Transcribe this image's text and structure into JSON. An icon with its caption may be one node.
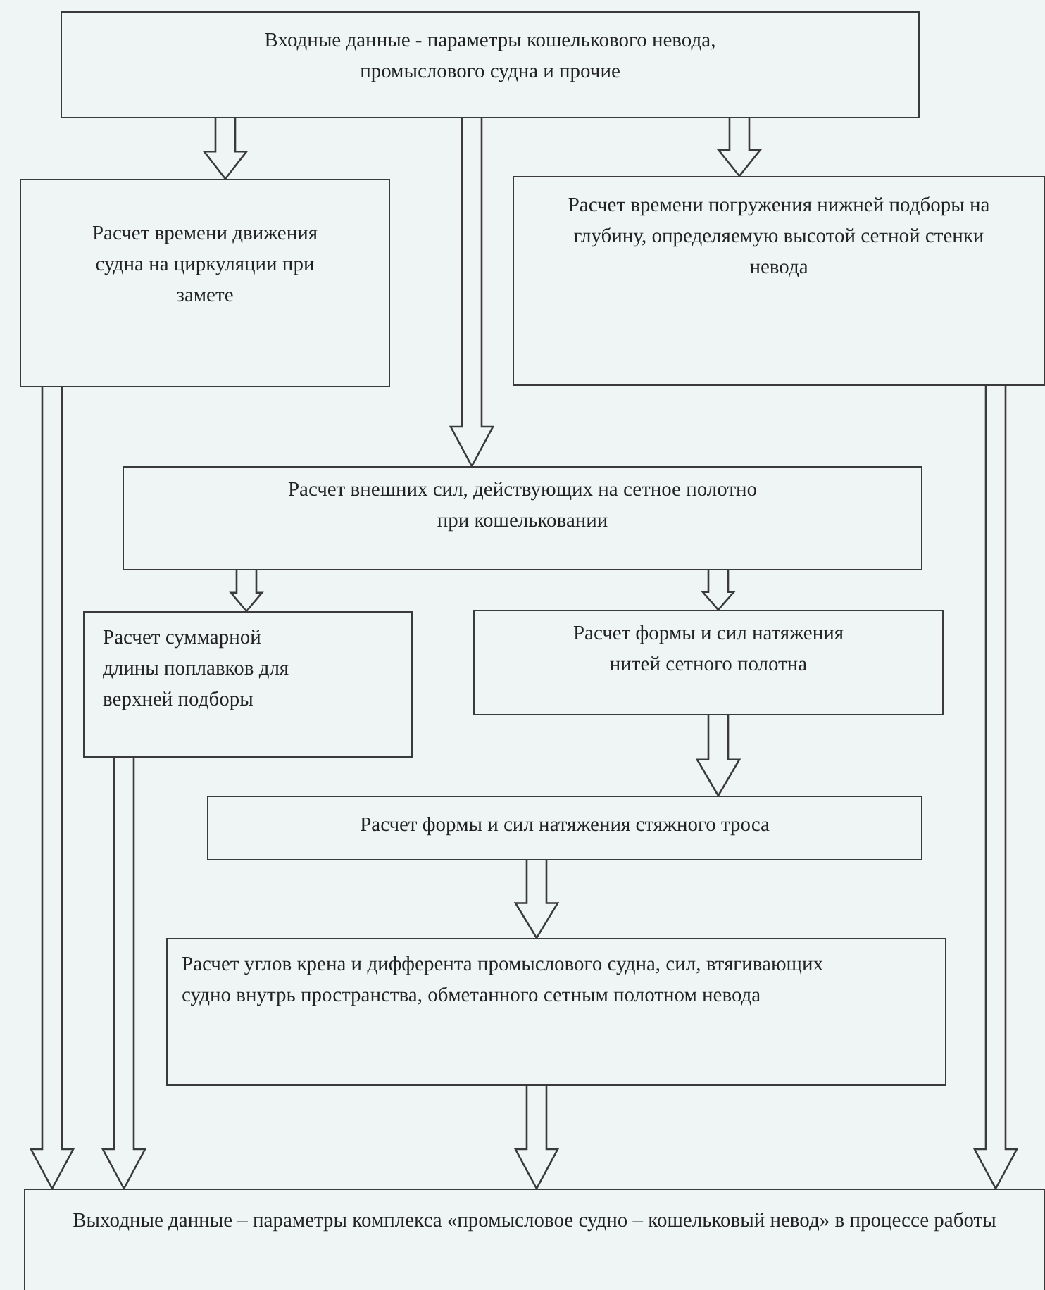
{
  "diagram": {
    "nodes": [
      {
        "text": [
          "Входные данные - параметры кошелькового невода, промыслового судна и прочие"
        ]
      },
      {
        "text": [
          "Расчет времени движения судна на циркуляции при замете"
        ]
      },
      {
        "text": [
          "Расчет времени погружения нижней подборы на глубину, определяемую высотой сетной стенки невода"
        ]
      },
      {
        "text": [
          "Расчет внешних сил, действующих на сетное полотно при кошельковании"
        ]
      },
      {
        "text": [
          "Расчет суммарной длины поплавков для верхней подборы"
        ]
      },
      {
        "text": [
          "Расчет формы и сил натяжения нитей сетного полотна"
        ]
      },
      {
        "text": [
          "Расчет формы и сил натяжения стяжного троса"
        ]
      },
      {
        "text": [
          "Расчет углов крена и дифферента промыслового судна, сил, втягивающих судно внутрь пространства, обметанного сетным полотном невода"
        ]
      },
      {
        "text": [
          "Выходные данные – параметры комплекса «промысловое судно – кошельковый невод» в процессе работы"
        ]
      }
    ],
    "edges": [
      {
        "from": 0,
        "to": 1,
        "arrow": "to"
      },
      {
        "from": 0,
        "to": 3,
        "arrow": "to"
      },
      {
        "from": 0,
        "to": 2,
        "arrow": "to"
      },
      {
        "from": 1,
        "to": 8,
        "arrow": "to"
      },
      {
        "from": 2,
        "to": 8,
        "arrow": "to"
      },
      {
        "from": 3,
        "to": 4,
        "arrow": "to"
      },
      {
        "from": 3,
        "to": 5,
        "arrow": "to"
      },
      {
        "from": 4,
        "to": 8,
        "arrow": "to"
      },
      {
        "from": 5,
        "to": 6,
        "arrow": "to"
      },
      {
        "from": 6,
        "to": 7,
        "arrow": "to"
      },
      {
        "from": 7,
        "to": 8,
        "arrow": "to"
      }
    ]
  }
}
